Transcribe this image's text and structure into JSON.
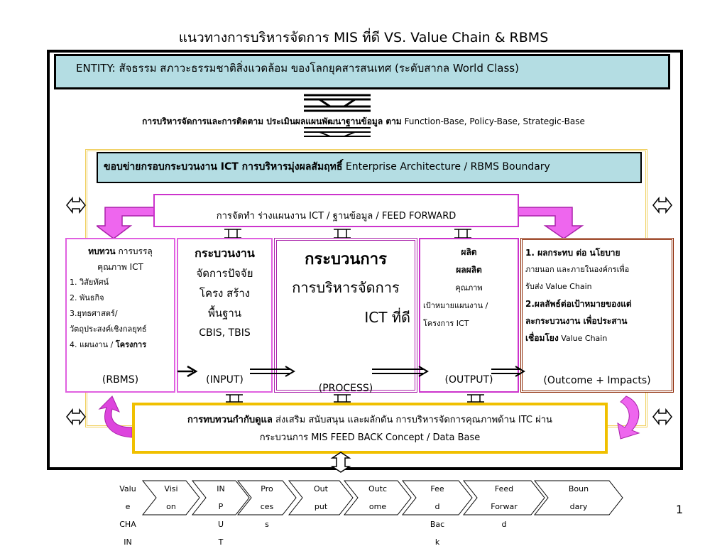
{
  "title": "แนวทางการบริหารจัดการ MIS ที่ดี VS. Value Chain & RBMS",
  "entity": "ENTITY:  สัจธรรม สภาวะธรรมชาติสิ่งแวดล้อม  ของโลกยุคสารสนเทศ   (ระดับสากล World Class)",
  "management": {
    "thai": "การบริหารจัดการและการติดตาม ประเมินผลแผนพัฒนาฐานข้อมูล ตาม",
    "english": " Function-Base, Policy-Base, Strategic-Base"
  },
  "boundary": {
    "thai": "ขอบข่ายกรอบกระบวนงาน ICT การบริหารมุ่งผลสัมฤทธิ์",
    "english": "  Enterprise Architecture / RBMS Boundary"
  },
  "feed_forward": "การจัดทำ ร่างแผนงาน ICT / ฐานข้อมูล / FEED FORWARD",
  "columns": {
    "rbms": {
      "heading": "ทบทวน",
      "heading_rest": " การบรรลุ",
      "line2": "คุณภาพ ICT",
      "items": [
        "1. วิสัยทัศน์",
        "2. พันธกิจ",
        "3.ยุทธศาสตร์/",
        "วัตถุประสงค์เชิงกลยุทธ์",
        "4. แผนงาน / "
      ],
      "item_last_bold": "โครงการ",
      "label": "(RBMS)"
    },
    "input": {
      "heading": "กระบวนงาน",
      "lines": [
        "จัดการปัจจัย",
        "โครง สร้าง",
        "พื้นฐาน",
        "CBIS, TBIS"
      ],
      "label": "(INPUT)"
    },
    "process": {
      "heading": "กระบวนการ",
      "line2": "การบริหารจัดการ",
      "line3": "ICT ที่ดี",
      "label": "(PROCESS)"
    },
    "output": {
      "line1": "ผลิต",
      "line2": "ผลผลิต",
      "line3": "คุณภาพ",
      "line4": "เป้าหมายแผนงาน /",
      "line5": "โครงการ ICT",
      "label": "(OUTPUT)"
    },
    "outcome": {
      "line1_bold": "1. ผลกระทบ ต่อ นโยบาย",
      "line2": "ภายนอก และภายในองค์กรเพื่อ",
      "line3": "รับส่ง Value Chain",
      "line4_bold": "2.ผลลัพธ์ต่อเป้าหมายของแต่",
      "line5_bold": "ละกระบวนงาน เพื่อประสาน",
      "line6_bold": "เชื่อมโยง",
      "line6_rest": " Value Chain",
      "label": "(Outcome + Impacts)"
    }
  },
  "feedback": {
    "line1_bold": "การทบทวนกำกับดูแล",
    "line1_rest": " ส่งเสริม สนับสนุน และผลักดัน   การบริหารจัดการคุณภาพด้าน ITC ผ่าน",
    "line2": "กระบวนการ  MIS FEED BACK Concept / Data Base"
  },
  "value_chain": {
    "label_lines": [
      "Valu",
      "e",
      "CHA",
      "IN"
    ],
    "steps": [
      {
        "lines": [
          "Visi",
          "on"
        ]
      },
      {
        "lines": [
          "IN",
          "P",
          "U",
          "T"
        ]
      },
      {
        "lines": [
          "Pro",
          "ces",
          "s"
        ]
      },
      {
        "lines": [
          "Out",
          "put"
        ]
      },
      {
        "lines": [
          "Outc",
          "ome"
        ]
      },
      {
        "lines": [
          "Fee",
          "d",
          "Bac",
          "k"
        ]
      },
      {
        "lines": [
          "Feed",
          "Forwar",
          "d"
        ]
      },
      {
        "lines": [
          "Boun",
          "dary"
        ]
      }
    ]
  },
  "page_number": "1",
  "colors": {
    "box_fill": "#b4dde3",
    "magenta": "#cc33cc",
    "yellow": "#f0c000",
    "brown": "#8b2500"
  }
}
